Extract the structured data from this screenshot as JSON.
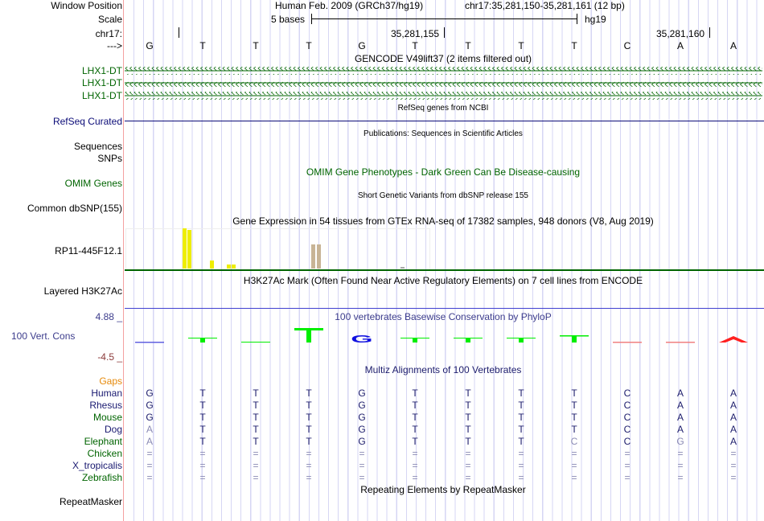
{
  "labels": {
    "window_position": "Window Position",
    "scale": "Scale",
    "chrom": "chr17:",
    "strand": "--->",
    "lhx1_dt": [
      "LHX1-DT",
      "LHX1-DT",
      "LHX1-DT"
    ],
    "refseq_curated": "RefSeq Curated",
    "sequences": "Sequences",
    "snps": "SNPs",
    "omim_genes": "OMIM Genes",
    "common_dbsnp": "Common dbSNP(155)",
    "gtex_gene": "RP11-445F12.1",
    "layered_h3k27ac": "Layered H3K27Ac",
    "cons_max": "4.88 _",
    "cons_label": "100 Vert. Cons",
    "cons_min": "-4.5 _",
    "gaps": "Gaps",
    "repeatmasker": "RepeatMasker"
  },
  "header": {
    "assembly": "Human Feb. 2009 (GRCh37/hg19)",
    "position": "chr17:35,281,150-35,281,161 (12 bp)",
    "scale_text": "5 bases",
    "db": "hg19",
    "coord1": "35,281,155",
    "coord2": "35,281,160"
  },
  "bases": [
    "G",
    "T",
    "T",
    "T",
    "G",
    "T",
    "T",
    "T",
    "T",
    "C",
    "A",
    "A"
  ],
  "track_titles": {
    "gencode": "GENCODE V49lift37 (2 items filtered out)",
    "refseq": "RefSeq genes from NCBI",
    "publications": "Publications: Sequences in Scientific Articles",
    "omim": "OMIM Gene Phenotypes - Dark Green Can Be Disease-causing",
    "dbsnp": "Short Genetic Variants from dbSNP release 155",
    "gtex": "Gene Expression in 54 tissues from GTEx RNA-seq of 17382 samples, 948 donors (V8, Aug 2019)",
    "h3k27ac": "H3K27Ac Mark (Often Found Near Active Regulatory Elements) on 7 cell lines from ENCODE",
    "phylop": "100 vertebrates Basewise Conservation by PhyloP",
    "multiz": "Multiz Alignments of 100 Vertebrates",
    "repeats": "Repeating Elements by RepeatMasker"
  },
  "gtex_bars": [
    {
      "value": 1.0,
      "color": "#eeee00"
    },
    {
      "value": 0.96,
      "color": "#eeee00"
    },
    {
      "value": 0.2,
      "color": "#eeee00"
    },
    {
      "value": 0.1,
      "color": "#eeee00"
    },
    {
      "value": 0.1,
      "color": "#eeee00"
    },
    {
      "value": 0.6,
      "color": "#c8b496"
    },
    {
      "value": 0.6,
      "color": "#c8b496"
    },
    {
      "value": 0.04,
      "color": "#aaaaaa"
    }
  ],
  "phylop": [
    -0.2,
    0.6,
    0.1,
    1.8,
    1.5,
    0.6,
    0.6,
    0.6,
    0.9,
    0,
    -0.1,
    -0.8
  ],
  "species": [
    {
      "name": "Human",
      "color": "#191970",
      "seq": "GTTTGTTTTCAA"
    },
    {
      "name": "Rhesus",
      "color": "#191970",
      "seq": "GTTTGTTTTCAA"
    },
    {
      "name": "Mouse",
      "color": "#006400",
      "seq": "GTTTGTTTTCAA"
    },
    {
      "name": "Dog",
      "color": "#191970",
      "seq": "ATTTGTTTTCAA"
    },
    {
      "name": "Elephant",
      "color": "#006400",
      "seq": "ATTTGTTTCCGA"
    },
    {
      "name": "Chicken",
      "color": "#006400",
      "seq": "============"
    },
    {
      "name": "X_tropicalis",
      "color": "#191970",
      "seq": "============"
    },
    {
      "name": "Zebrafish",
      "color": "#006400",
      "seq": "============"
    }
  ],
  "colors": {
    "gene": "#006400",
    "refseq": "#0c0c78",
    "title_blue": "#3c3c8c",
    "gaps": "#e6890a",
    "cons_min": "#8b3a3a",
    "base": "#1c1c6c",
    "mismatch": "#8a8ab4"
  }
}
